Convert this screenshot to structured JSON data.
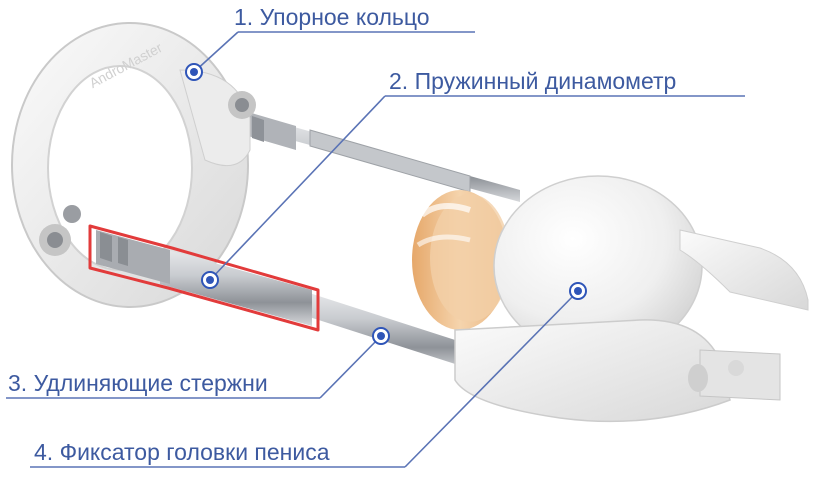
{
  "colors": {
    "label_text": "#3d5aa0",
    "leader_line": "#5a73b5",
    "marker": "#2f55b8",
    "highlight_outline": "#e23b3b",
    "device_body": "#f1f1f1",
    "metal": "#b9bcc1",
    "silicone_cup": "#f0c89a"
  },
  "callouts": [
    {
      "number": "1.",
      "text": "Упорное кольцо"
    },
    {
      "number": "2.",
      "text": "Пружинный динамометр"
    },
    {
      "number": "3.",
      "text": "Удлиняющие стержни"
    },
    {
      "number": "4.",
      "text": "Фиксатор головки пениса"
    }
  ],
  "ring_engraving": "AndroMaster"
}
